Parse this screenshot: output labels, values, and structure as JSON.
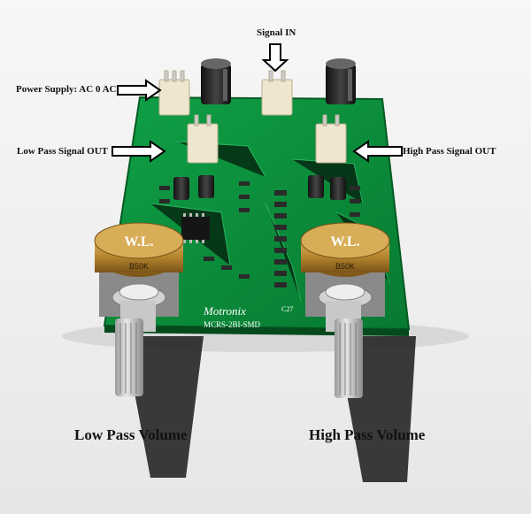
{
  "annotations": {
    "signal_in": "Signal IN",
    "power_supply": "Power Supply: AC 0 AC",
    "low_pass_out": "Low Pass Signal OUT",
    "high_pass_out": "High Pass Signal OUT",
    "low_pass_volume": "Low Pass Volume",
    "high_pass_volume": "High Pass Volume"
  },
  "board": {
    "brand": "Motronix",
    "model": "MCRS-2BI-SMD",
    "pot_value": "B50K",
    "pot_marking": "W.L.",
    "cap_label": "C27"
  },
  "colors": {
    "pcb": "#0d8a3a",
    "pcb_dark": "#066b2b",
    "pot_body": "#b88b3a",
    "connector": "#efe6cf",
    "background": "#efefef"
  }
}
